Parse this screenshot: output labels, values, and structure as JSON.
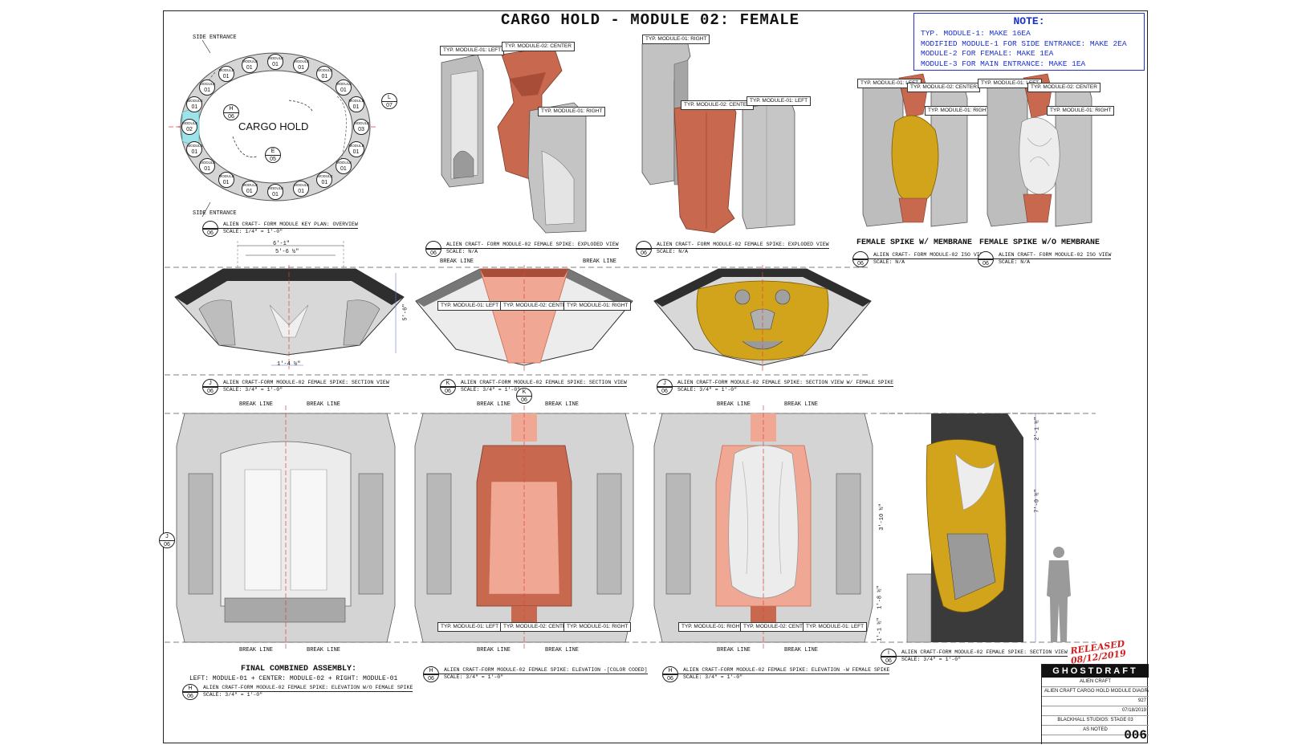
{
  "sheet": {
    "title": "CARGO HOLD - MODULE 02: FEMALE",
    "note": {
      "heading": "NOTE:",
      "lines": [
        "TYP. MODULE-1: MAKE 16EA",
        "MODIFIED MODULE-1 FOR SIDE ENTRANCE: MAKE 2EA",
        "MODULE-2 FOR FEMALE: MAKE 1EA",
        "MODULE-3 FOR MAIN ENTRANCE: MAKE 1EA"
      ]
    },
    "colors": {
      "module_center": "#c8684e",
      "module_center_light": "#f0a894",
      "module_side": "#c9c9c9",
      "membrane": "#d2a41c",
      "released": "#d51c1c",
      "note_blue": "#1a2fd0"
    }
  },
  "key_plan": {
    "side_entrance_top": "SIDE ENTRANCE",
    "side_entrance_bottom": "SIDE ENTRANCE",
    "center_label": "CARGO HOLD",
    "module_word": "MODULE",
    "module_numbers": [
      "01",
      "01",
      "01",
      "01",
      "01",
      "01",
      "01",
      "01",
      "01",
      "01",
      "01",
      "01",
      "01",
      "01",
      "01",
      "01",
      "01",
      "01"
    ],
    "module_02": "02",
    "module_03": "03",
    "bubble_h": {
      "letter": "H",
      "sheet": "06"
    },
    "bubble_e": {
      "letter": "E",
      "sheet": "05"
    },
    "bubble_l": {
      "letter": "L",
      "sheet": "07"
    },
    "caption": {
      "num": "06",
      "line1": "ALIEN CRAFT- FORM MODULE KEY PLAN: OVERVIEW",
      "line2": "SCALE: 1/4\" = 1'-0\""
    }
  },
  "exploded_1": {
    "tag_left": "TYP. MODULE-01: LEFT",
    "tag_center": "TYP. MODULE-02: CENTER",
    "tag_right": "TYP. MODULE-01: RIGHT",
    "caption": {
      "num": "06",
      "line1": "ALIEN CRAFT- FORM MODULE-02 FEMALE SPIKE: EXPLODED VIEW",
      "line2": "SCALE: N/A"
    }
  },
  "exploded_2": {
    "tag_right": "TYP. MODULE-01: RIGHT",
    "tag_center": "TYP. MODULE-02: CENTER",
    "tag_left": "TYP. MODULE-01: LEFT",
    "caption": {
      "num": "06",
      "line1": "ALIEN CRAFT- FORM MODULE-02 FEMALE SPIKE: EXPLODED VIEW",
      "line2": "SCALE: N/A"
    }
  },
  "iso_1": {
    "tag_left": "TYP. MODULE-01: LEFT",
    "tag_center": "TYP. MODULE-02: CENTER",
    "tag_right": "TYP. MODULE-01: RIGHT",
    "heading": "FEMALE SPIKE W/ MEMBRANE",
    "caption": {
      "num": "06",
      "line1": "ALIEN CRAFT- FORM MODULE-02 ISO VIEW",
      "line2": "SCALE: N/A"
    }
  },
  "iso_2": {
    "tag_left": "TYP. MODULE-01: LEFT",
    "tag_center": "TYP. MODULE-02: CENTER",
    "tag_right": "TYP. MODULE-01: RIGHT",
    "heading": "FEMALE SPIKE W/O MEMBRANE",
    "caption": {
      "num": "06",
      "line1": "ALIEN CRAFT- FORM MODULE-02 ISO VIEW",
      "line2": "SCALE: N/A"
    }
  },
  "section_1": {
    "dim_top_1": "6'-1\"",
    "dim_top_2": "5'-6 ½\"",
    "dim_side": "5'-6\"",
    "dim_bottom": "1'-4 ½\"",
    "caption": {
      "num": "06",
      "letter": "J",
      "line1": "ALIEN CRAFT-FORM MODULE-02 FEMALE SPIKE: SECTION VIEW",
      "line2": "SCALE: 3/4\" = 1'-0\""
    }
  },
  "section_2": {
    "break_left": "BREAK LINE",
    "break_right": "BREAK LINE",
    "tag_left": "TYP. MODULE-01: LEFT",
    "tag_center": "TYP. MODULE-02: CENTER",
    "tag_right": "TYP. MODULE-01: RIGHT",
    "caption": {
      "num": "06",
      "letter": "K",
      "line1": "ALIEN CRAFT-FORM MODULE-02 FEMALE SPIKE: SECTION VIEW",
      "line2": "SCALE: 3/4\" = 1'-0\""
    }
  },
  "section_3": {
    "caption": {
      "num": "06",
      "letter": "J",
      "line1": "ALIEN CRAFT-FORM MODULE-02 FEMALE SPIKE: SECTION VIEW W/ FEMALE SPIKE",
      "line2": "SCALE: 3/4\" = 1'-0\""
    }
  },
  "elevation_1": {
    "break_tl": "BREAK LINE",
    "break_tr": "BREAK LINE",
    "break_bl": "BREAK LINE",
    "break_br": "BREAK LINE",
    "marker_j": {
      "letter": "J",
      "sheet": "06"
    },
    "assembly_title": "FINAL COMBINED ASSEMBLY:",
    "assembly_line": "LEFT: MODULE-01 + CENTER: MODULE-02 + RIGHT: MODULE-01",
    "caption": {
      "num": "06",
      "letter": "H",
      "line1": "ALIEN CRAFT-FORM MODULE-02 FEMALE SPIKE: ELEVATION W/O FEMALE SPIKE",
      "line2": "SCALE: 3/4\" = 1'-0\""
    }
  },
  "elevation_2": {
    "break_tl": "BREAK LINE",
    "break_tr": "BREAK LINE",
    "break_bl": "BREAK LINE",
    "break_br": "BREAK LINE",
    "marker_k": {
      "letter": "K",
      "sheet": "06"
    },
    "tag_left": "TYP. MODULE-01: LEFT",
    "tag_center": "TYP. MODULE-02: CENTER",
    "tag_right": "TYP. MODULE-01: RIGHT",
    "caption": {
      "num": "06",
      "letter": "H",
      "line1": "ALIEN CRAFT-FORM MODULE-02 FEMALE SPIKE: ELEVATION -[COLOR CODED]",
      "line2": "SCALE: 3/4\" = 1'-0\""
    }
  },
  "elevation_3": {
    "break_tl": "BREAK LINE",
    "break_tr": "BREAK LINE",
    "break_bl": "BREAK LINE",
    "break_br": "BREAK LINE",
    "tag_left": "TYP. MODULE-01: RIGHT",
    "tag_center": "TYP. MODULE-02: CENTER",
    "tag_right": "TYP. MODULE-01: LEFT",
    "caption": {
      "num": "06",
      "letter": "H",
      "line1": "ALIEN CRAFT-FORM MODULE-02 FEMALE SPIKE: ELEVATION -W FEMALE SPIKE",
      "line2": "SCALE: 3/4\" = 1'-0\""
    }
  },
  "side_section": {
    "dim_1": "2'-1 ½\"",
    "dim_2": "7'-0 ½\"",
    "dim_3": "3'-10 ½\"",
    "dim_4": "1'-8 ½\"",
    "dim_5": "1'-1 ½\"",
    "caption": {
      "num": "06",
      "letter": "I",
      "line1": "ALIEN CRAFT-FORM MODULE-02 FEMALE SPIKE: SECTION VIEW",
      "line2": "SCALE: 3/4\" = 1'-0\""
    }
  },
  "released": {
    "word": "RELEASED",
    "date": "08/12/2019"
  },
  "title_block": {
    "logo": "GHOSTDRAFT",
    "project": "ALIEN CRAFT",
    "drawing": "ALIEN CRAFT CARGO HOLD MODULE DIAGRAM",
    "sheet_code": "927",
    "date": "07/18/2019",
    "studio": "BLACKHALL STUDIOS: STAGE 03",
    "scale": "AS NOTED",
    "sheet_number": "006"
  }
}
